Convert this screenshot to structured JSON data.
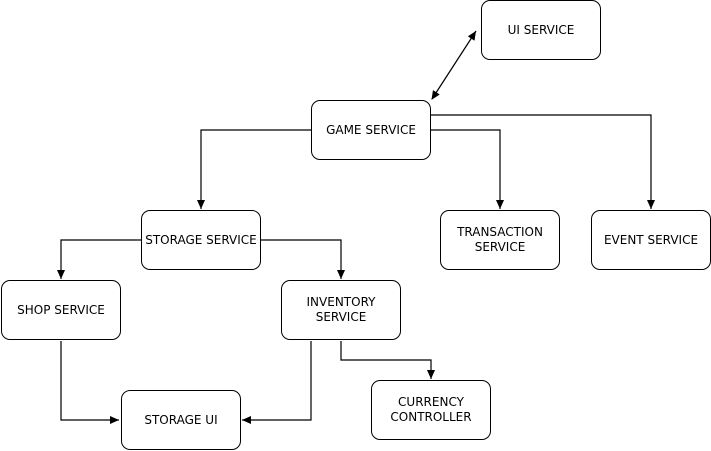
{
  "diagram": {
    "nodes": [
      {
        "id": "ui",
        "label": "UI SERVICE"
      },
      {
        "id": "game",
        "label": "GAME SERVICE"
      },
      {
        "id": "storage",
        "label": "STORAGE SERVICE"
      },
      {
        "id": "transaction",
        "label": "TRANSACTION\nSERVICE"
      },
      {
        "id": "event",
        "label": "EVENT SERVICE"
      },
      {
        "id": "shop",
        "label": "SHOP SERVICE"
      },
      {
        "id": "inventory",
        "label": "INVENTORY\nSERVICE"
      },
      {
        "id": "storage_ui",
        "label": "STORAGE UI"
      },
      {
        "id": "currency",
        "label": "CURRENCY\nCONTROLLER"
      }
    ],
    "edges": [
      {
        "from": "game",
        "to": "ui",
        "bidirectional": true
      },
      {
        "from": "game",
        "to": "storage"
      },
      {
        "from": "game",
        "to": "transaction"
      },
      {
        "from": "game",
        "to": "event"
      },
      {
        "from": "storage",
        "to": "shop"
      },
      {
        "from": "storage",
        "to": "inventory"
      },
      {
        "from": "shop",
        "to": "storage_ui"
      },
      {
        "from": "inventory",
        "to": "storage_ui"
      },
      {
        "from": "inventory",
        "to": "currency"
      }
    ]
  }
}
